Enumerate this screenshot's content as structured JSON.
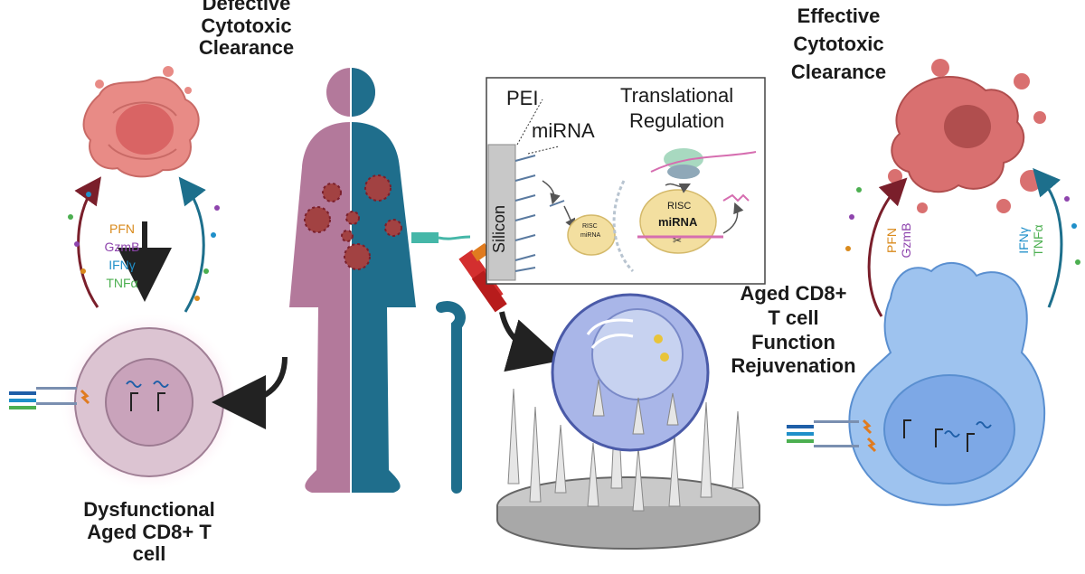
{
  "left": {
    "title_lines": [
      "Defective",
      "Cytotoxic",
      "Clearance"
    ],
    "cytokines": [
      "PFN",
      "GzmB",
      "IFNγ",
      "TNFα"
    ],
    "bottom_lines": [
      "Dysfunctional",
      "Aged CD8+ T",
      "cell"
    ]
  },
  "inset": {
    "pei": "PEI",
    "mirna": "miRNA",
    "silicon": "Silicon",
    "translational_lines": [
      "Translational",
      "Regulation"
    ],
    "risc_small": "RISC",
    "mirna_small": "miRNA",
    "risc_large": "RISC",
    "mirna_large": "miRNA"
  },
  "right": {
    "title_lines": [
      "Effective",
      "Cytotoxic",
      "Clearance"
    ],
    "middle_lines": [
      "Aged CD8+",
      "T cell",
      "Function",
      "Rejuvenation"
    ],
    "cytokines_left": [
      "PFN",
      "GzmB"
    ],
    "cytokines_right": [
      "IFNγ",
      "TNFα"
    ]
  },
  "colors": {
    "pfn": "#d98a1c",
    "gzmb": "#8e44ad",
    "ifng": "#1f8fc9",
    "tnfa": "#4caf50",
    "tumor": "#d97070",
    "person_left": "#b3799b",
    "person_right": "#1f6e8c",
    "tcell_blue": "#8fb7ea"
  }
}
